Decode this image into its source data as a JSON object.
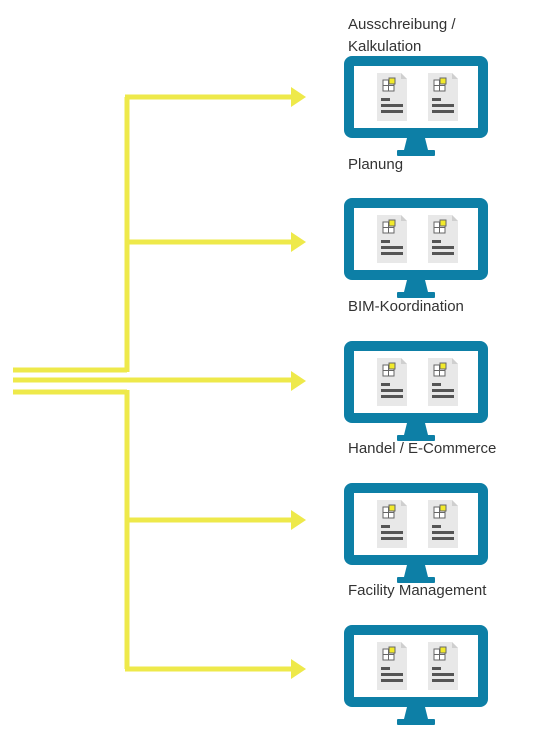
{
  "colors": {
    "connector": "#EEE94A",
    "monitor": "#0D7FA6",
    "screen": "#FFFFFF",
    "document": "#E8E8E8",
    "document_lines": "#555555",
    "document_accent": "#F2EA2A"
  },
  "monitor_icon": "computer-monitor-icon",
  "document_icon": "building-document-icon",
  "targets": [
    {
      "label_lines": [
        "Ausschreibung /",
        "Kalkulation"
      ]
    },
    {
      "label_lines": [
        "Planung"
      ]
    },
    {
      "label_lines": [
        "BIM-Koordination"
      ]
    },
    {
      "label_lines": [
        "Handel / E-Commerce"
      ]
    },
    {
      "label_lines": [
        "Facility Management"
      ]
    }
  ]
}
